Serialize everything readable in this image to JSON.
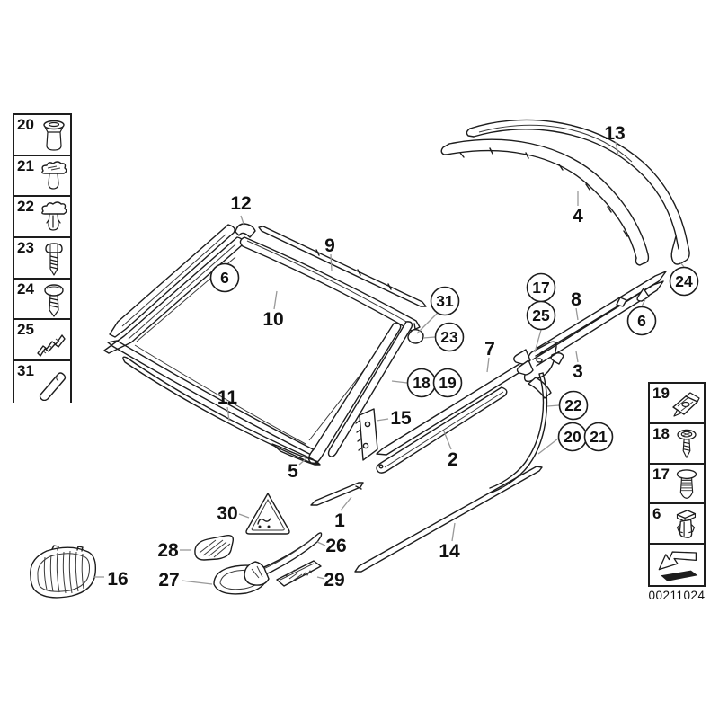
{
  "meta": {
    "background": "#ffffff",
    "line_color": "#1d1d1d",
    "leader_color": "#999999",
    "part_number": "00211024"
  },
  "legend_left": {
    "items": [
      {
        "label": "20",
        "icon": "blind-plug-grommet-icon"
      },
      {
        "label": "21",
        "icon": "spreader-clip-icon"
      },
      {
        "label": "22",
        "icon": "spreader-clip-slotted-icon"
      },
      {
        "label": "23",
        "icon": "hex-head-screw-icon"
      },
      {
        "label": "24",
        "icon": "pan-head-screw-icon"
      },
      {
        "label": "25",
        "icon": "adhesive-strip-icon"
      },
      {
        "label": "31",
        "icon": "cylindrical-pin-icon"
      }
    ]
  },
  "legend_right": {
    "items": [
      {
        "label": "19",
        "icon": "sheet-metal-clip-icon"
      },
      {
        "label": "18",
        "icon": "washer-head-screw-icon"
      },
      {
        "label": "17",
        "icon": "expansion-rivet-icon"
      },
      {
        "label": "6",
        "icon": "expanding-plug-icon"
      },
      {
        "label": "",
        "icon": "direction-arrow-icon"
      }
    ]
  },
  "callouts": {
    "n1": "1",
    "n2": "2",
    "n3": "3",
    "n4": "4",
    "n5": "5",
    "n6": "6",
    "n7": "7",
    "n8": "8",
    "n9": "9",
    "n10": "10",
    "n11": "11",
    "n12": "12",
    "n13": "13",
    "n14": "14",
    "n15": "15",
    "n16": "16",
    "n17": "17",
    "n18": "18",
    "n19": "19",
    "n20": "20",
    "n21": "21",
    "n22": "22",
    "n23": "23",
    "n24": "24",
    "n25": "25",
    "n26": "26",
    "n27": "27",
    "n28": "28",
    "n29": "29",
    "n30": "30",
    "n31": "31"
  }
}
